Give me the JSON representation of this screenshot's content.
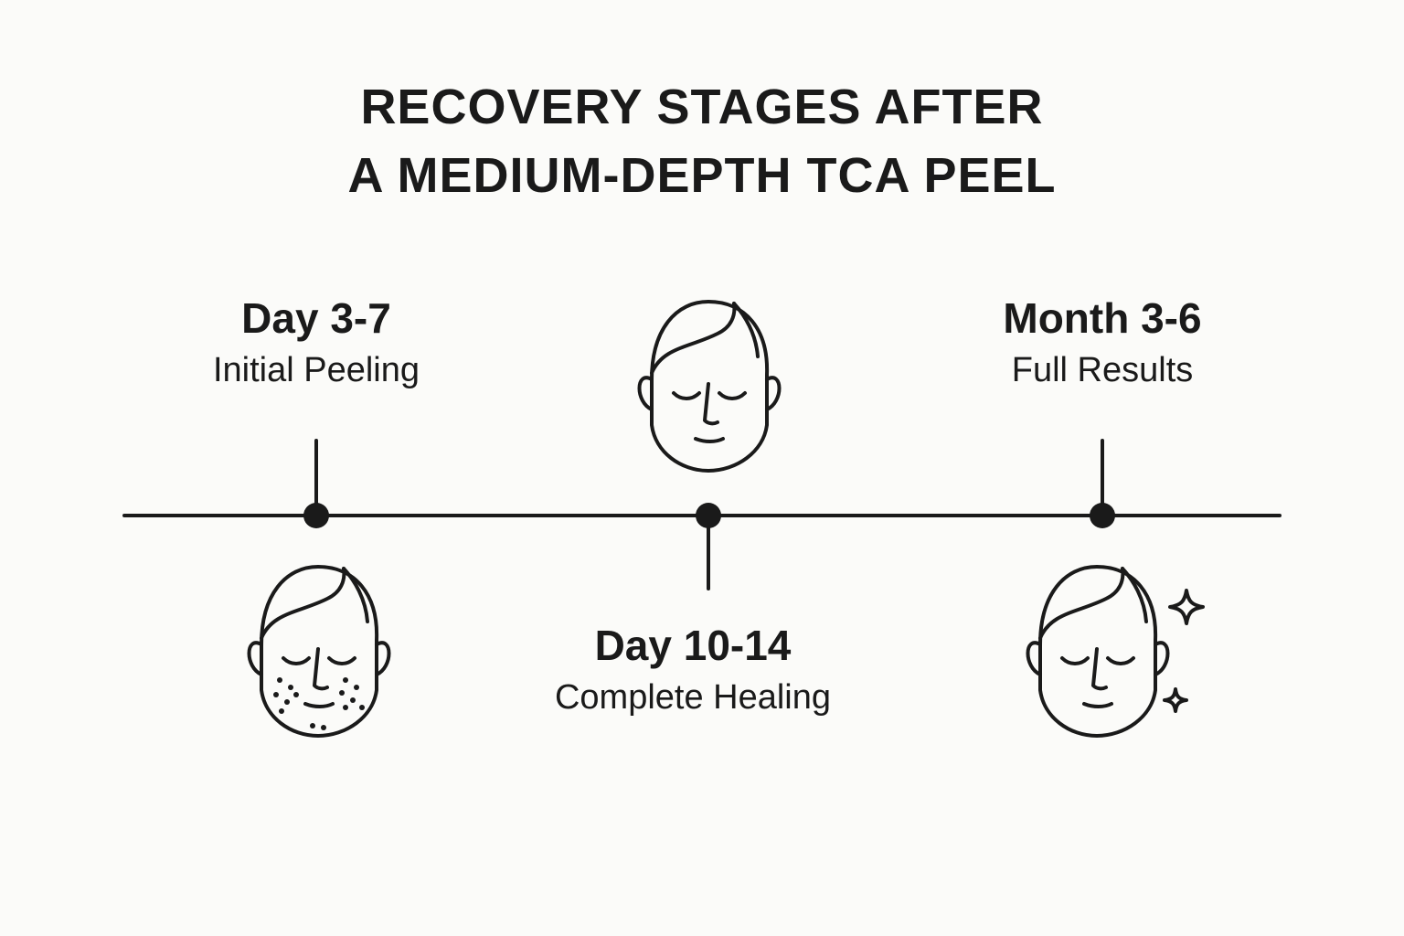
{
  "title": {
    "line1": "RECOVERY STAGES AFTER",
    "line2": "A MEDIUM-DEPTH TCA PEEL"
  },
  "stages": [
    {
      "day": "Day 3-7",
      "description": "Initial Peeling",
      "icon": "face-with-peeling-dots-icon"
    },
    {
      "day": "Day 10-14",
      "description": "Complete Healing",
      "icon": "calm-face-icon"
    },
    {
      "day": "Month 3-6",
      "description": "Full Results",
      "icon": "face-with-sparkles-icon"
    }
  ],
  "colors": {
    "background": "#fbfbf9",
    "ink": "#1a1a1a"
  }
}
